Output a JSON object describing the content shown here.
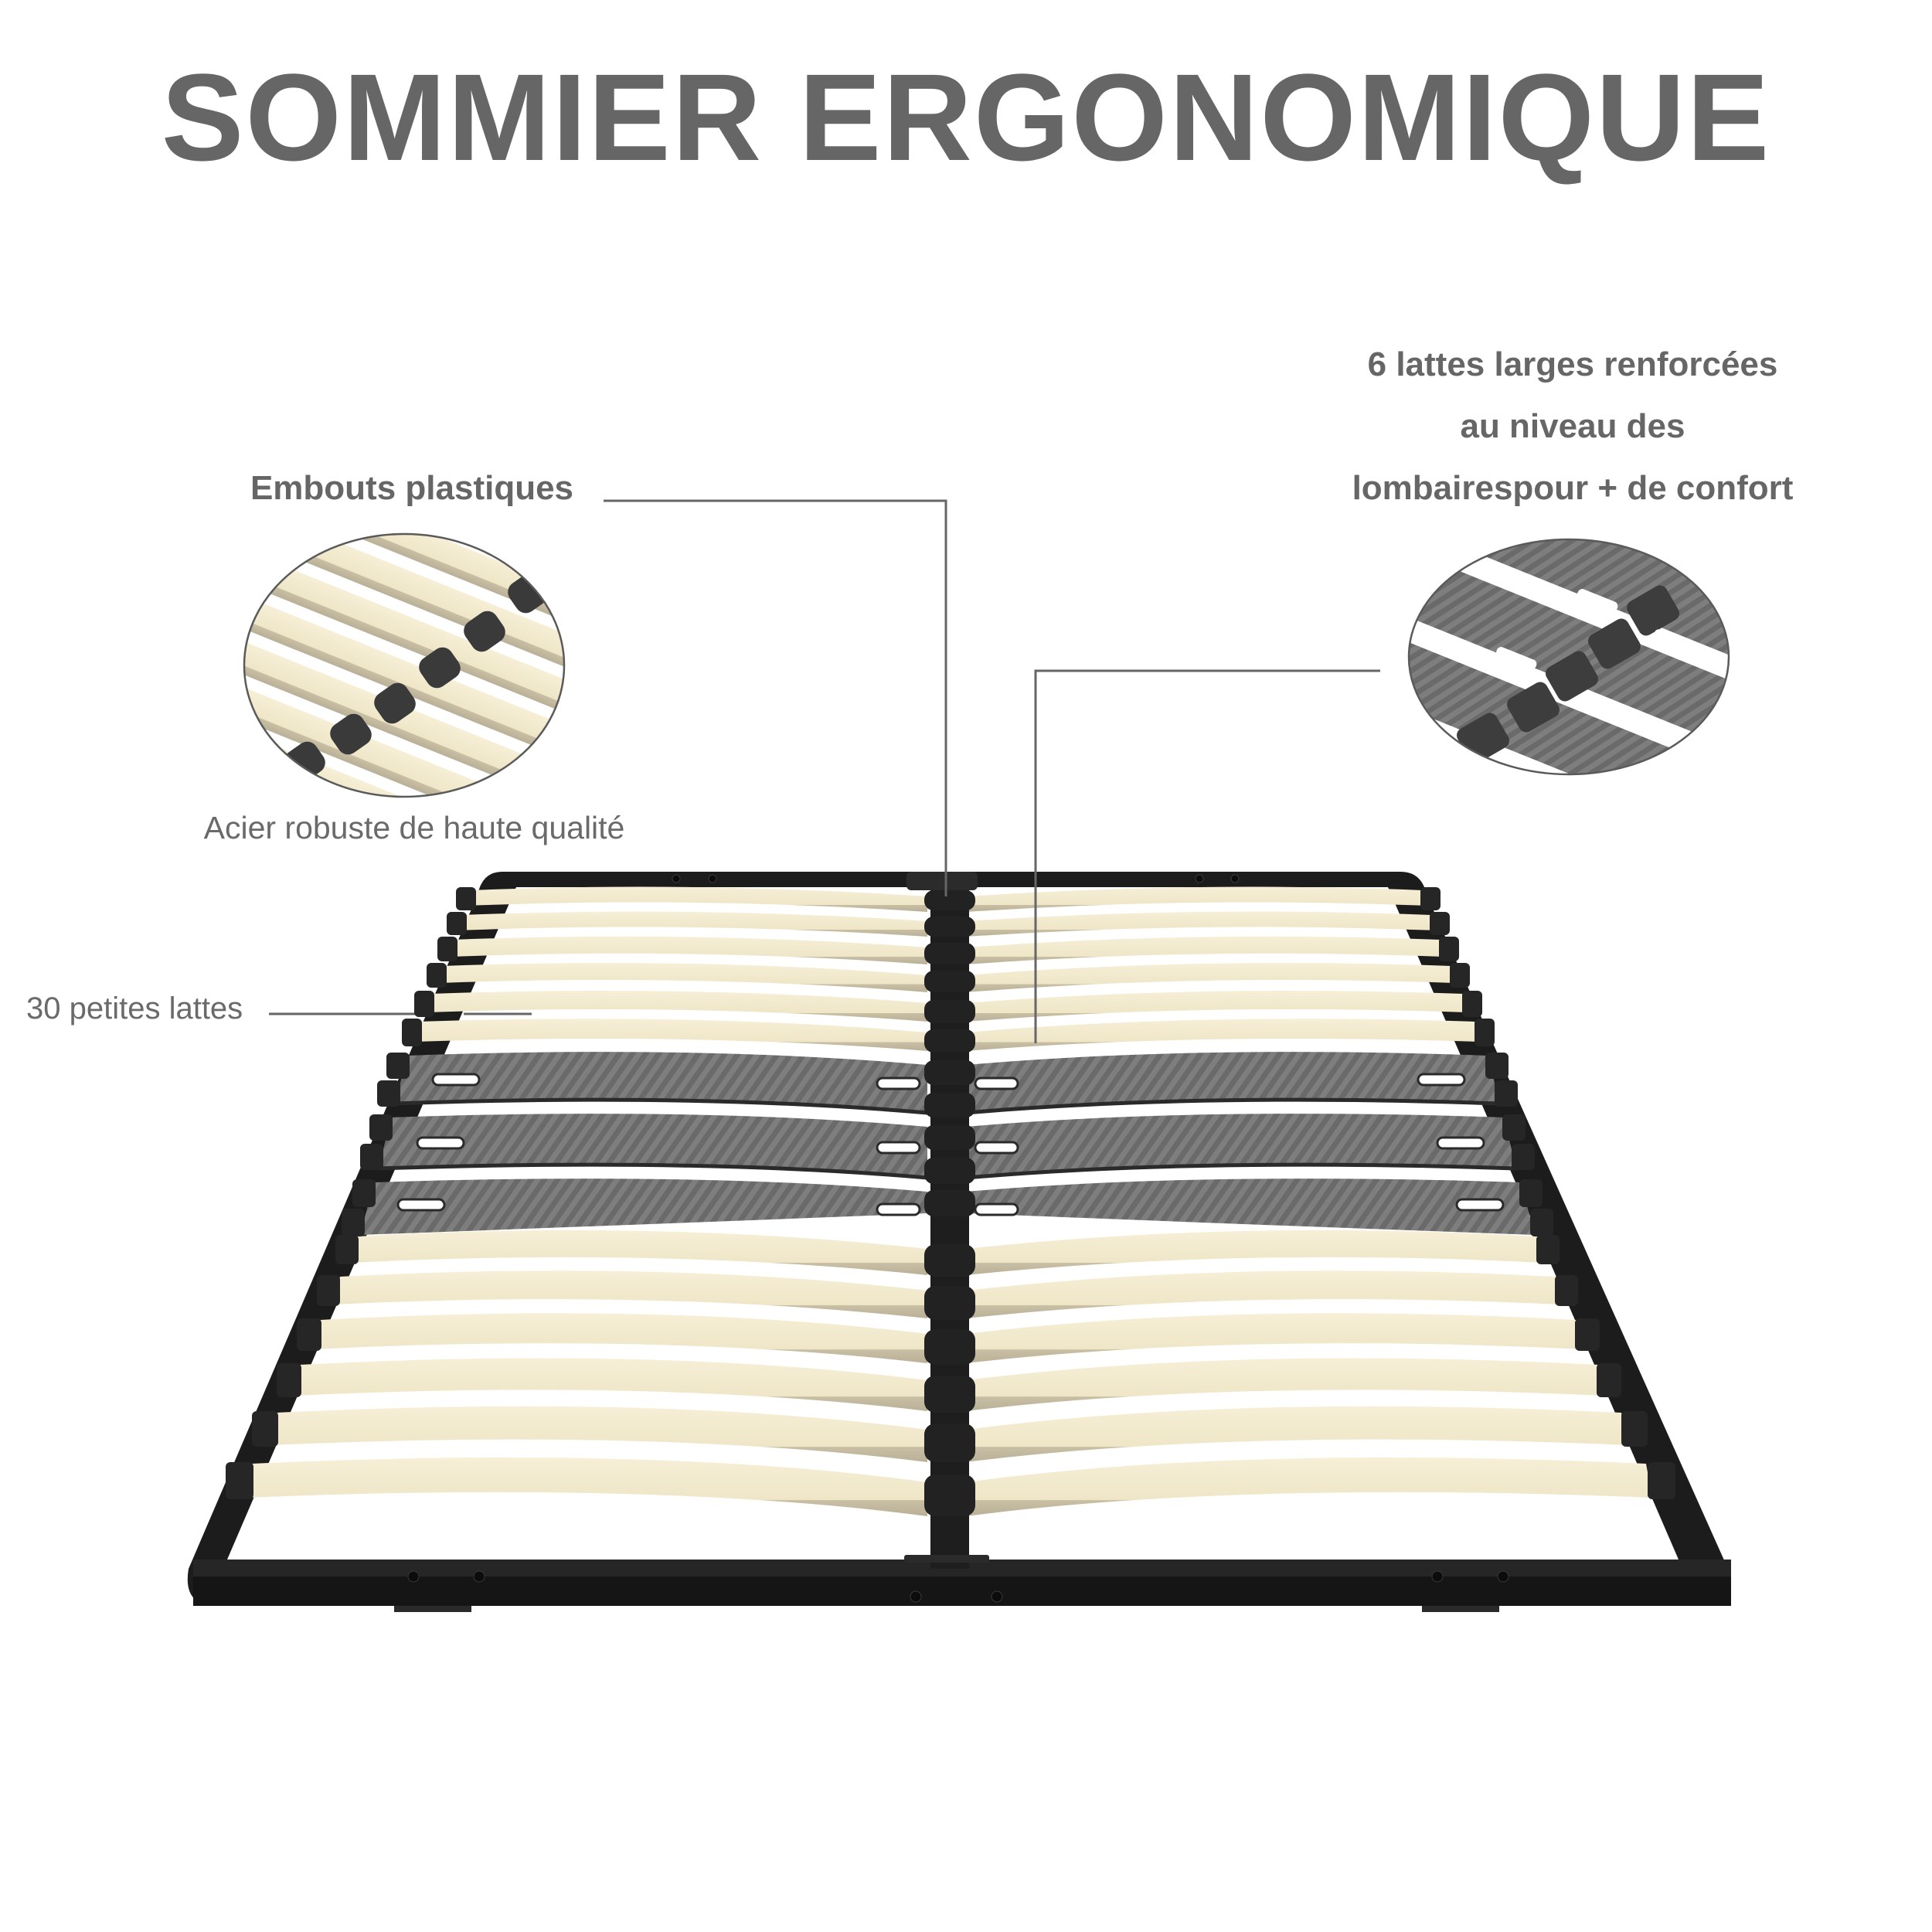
{
  "title": "SOMMIER ERGONOMIQUE",
  "callouts": {
    "embouts": {
      "label": "Embouts plastiques",
      "caption": "Acier robuste de haute qualité"
    },
    "petites_lattes": {
      "label": "30 petites lattes"
    },
    "lattes_larges": {
      "lines": [
        "6 lattes larges renforcées",
        "au niveau des",
        "lombairespour + de confort"
      ]
    }
  },
  "product": {
    "name": "sommier",
    "small_slats_count": 30,
    "wide_slats_count": 6,
    "rows_visible": {
      "top_cream_rows": 6,
      "wide_dark_rows": 3,
      "bottom_cream_rows": 6
    }
  },
  "colors": {
    "text": "#666666",
    "frame": "#1e1e1e",
    "slat_cream": "#f3ecd3",
    "slat_cream_edge": "#bdb49c",
    "slat_wide": "#6e6e6e",
    "leader_line": "#666666"
  }
}
